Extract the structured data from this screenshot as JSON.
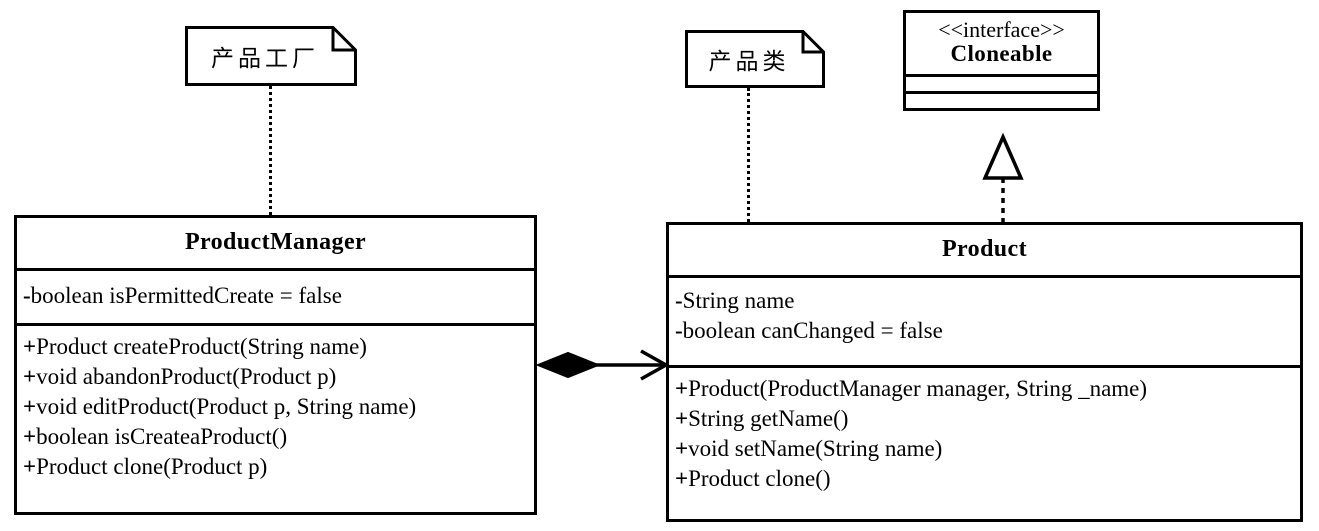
{
  "diagram": {
    "kind": "uml-class-diagram",
    "background": "#ffffff",
    "line_color": "#000000"
  },
  "notes": [
    {
      "id": "note-product-factory",
      "text": "产品工厂"
    },
    {
      "id": "note-product-class",
      "text": "产品类"
    }
  ],
  "interface_box": {
    "stereotype": "<<interface>>",
    "name": "Cloneable",
    "attributes": [],
    "operations": []
  },
  "classes": [
    {
      "id": "class-product-manager",
      "name": "ProductManager",
      "attributes": [
        {
          "visibility": "-",
          "text": "boolean isPermittedCreate = false"
        }
      ],
      "operations": [
        {
          "visibility": "+",
          "text": "Product createProduct(String name)"
        },
        {
          "visibility": "+",
          "text": "void abandonProduct(Product p)"
        },
        {
          "visibility": "+",
          "text": "void editProduct(Product p, String name)"
        },
        {
          "visibility": "+",
          "text": "boolean isCreateaProduct()"
        },
        {
          "visibility": "+",
          "text": "Product clone(Product p)"
        }
      ]
    },
    {
      "id": "class-product",
      "name": "Product",
      "attributes": [
        {
          "visibility": "-",
          "text": "String name"
        },
        {
          "visibility": "-",
          "text": "boolean canChanged = false"
        }
      ],
      "operations": [
        {
          "visibility": "+",
          "text": "Product(ProductManager manager, String _name)"
        },
        {
          "visibility": "+",
          "text": "String getName()"
        },
        {
          "visibility": "+",
          "text": "void setName(String name)"
        },
        {
          "visibility": "+",
          "text": "Product clone()"
        }
      ]
    }
  ],
  "relationships": [
    {
      "id": "rel-composition",
      "type": "composition",
      "from": "ProductManager",
      "to": "Product",
      "source_decoration": "filled-diamond",
      "target_decoration": "open-arrow"
    },
    {
      "id": "rel-realization",
      "type": "realization",
      "from": "Product",
      "to": "Cloneable",
      "line_style": "dashed",
      "target_decoration": "hollow-triangle"
    },
    {
      "id": "rel-note-anchor-factory",
      "type": "note-anchor",
      "from": "产品工厂",
      "to": "ProductManager",
      "line_style": "dotted"
    },
    {
      "id": "rel-note-anchor-product",
      "type": "note-anchor",
      "from": "产品类",
      "to": "Product",
      "line_style": "dotted"
    }
  ]
}
